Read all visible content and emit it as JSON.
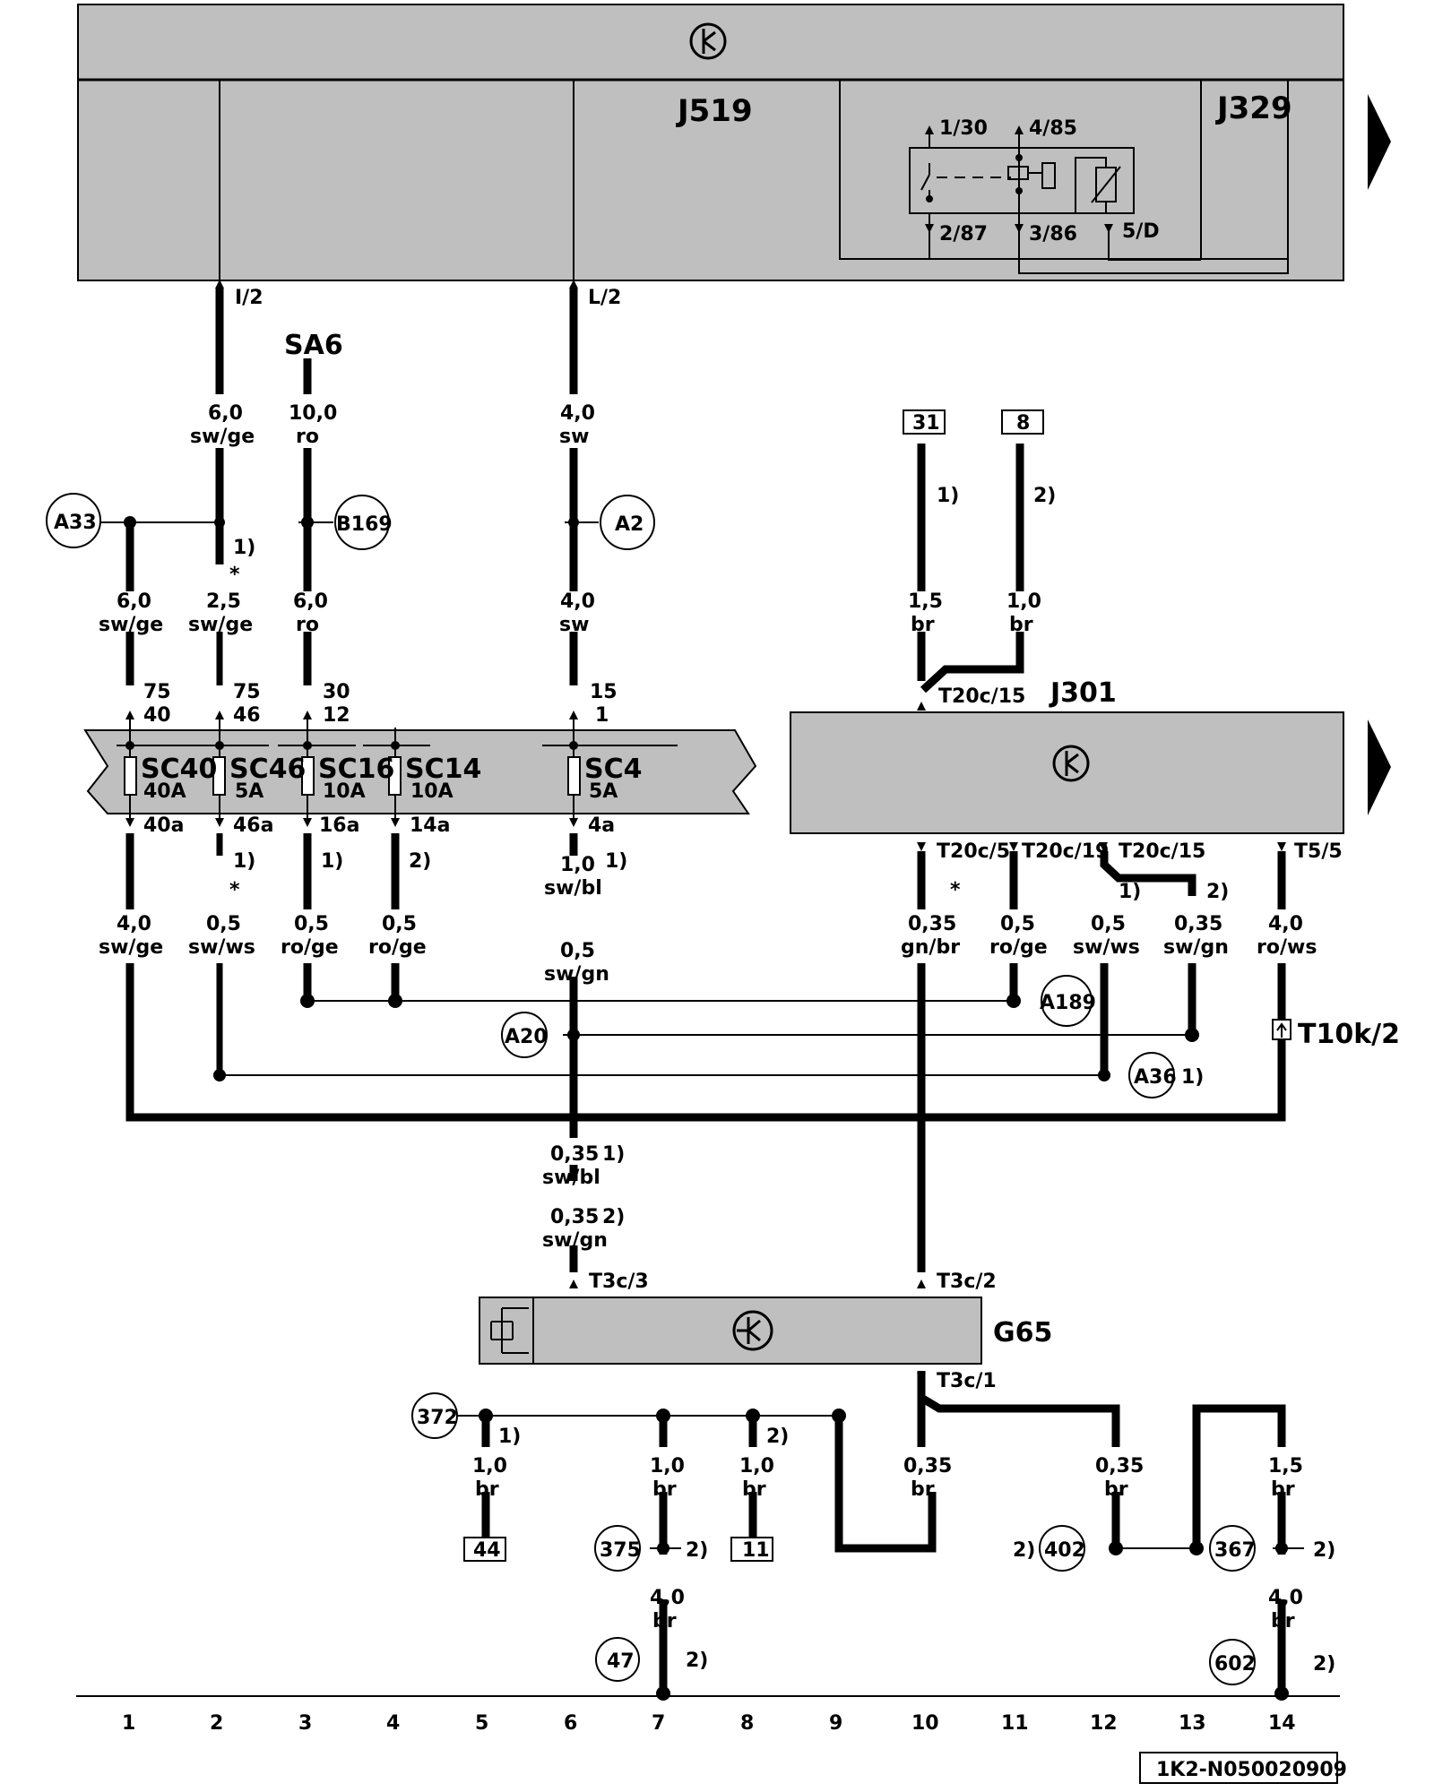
{
  "components": {
    "j519": "J519",
    "j329": "J329",
    "j301": "J301",
    "g65": "G65",
    "sa6": "SA6",
    "ground_symbol": "ground-clock-symbol"
  },
  "relay": {
    "pin1": "1/30",
    "pin2": "2/87",
    "pin3": "3/86",
    "pin4": "4/85",
    "pin5": "5/D"
  },
  "connectors": {
    "i2": "I/2",
    "l2": "L/2",
    "t20c15_top": "T20c/15",
    "t20c5": "T20c/5",
    "t20c19": "T20c/19",
    "t20c15": "T20c/15",
    "t55": "T5/5",
    "t3c3": "T3c/3",
    "t3c2": "T3c/2",
    "t3c1": "T3c/1",
    "t10k2": "T10k/2"
  },
  "fuses": [
    {
      "name": "SC40",
      "rating": "40A",
      "in_top": "75",
      "in_bot": "40",
      "out": "40a"
    },
    {
      "name": "SC46",
      "rating": "5A",
      "in_top": "75",
      "in_bot": "46",
      "out": "46a"
    },
    {
      "name": "SC16",
      "rating": "10A",
      "in_top": "30",
      "in_bot": "12",
      "out": "16a"
    },
    {
      "name": "SC14",
      "rating": "10A",
      "in_top": "",
      "in_bot": "",
      "out": "14a"
    },
    {
      "name": "SC4",
      "rating": "5A",
      "in_top": "15",
      "in_bot": "1",
      "out": "4a"
    }
  ],
  "wires": {
    "w1": {
      "size": "6,0",
      "color": "sw/ge"
    },
    "w2": {
      "size": "10,0",
      "color": "ro"
    },
    "w3": {
      "size": "4,0",
      "color": "sw"
    },
    "w4": {
      "size": "6,0",
      "color": "sw/ge"
    },
    "w5": {
      "size": "2,5",
      "color": "sw/ge"
    },
    "w6": {
      "size": "6,0",
      "color": "ro"
    },
    "w7": {
      "size": "4,0",
      "color": "sw"
    },
    "w8": {
      "size": "1,5",
      "color": "br"
    },
    "w9": {
      "size": "1,0",
      "color": "br"
    },
    "w10": {
      "size": "4,0",
      "color": "sw/ge"
    },
    "w11": {
      "size": "0,5",
      "color": "sw/ws"
    },
    "w12": {
      "size": "0,5",
      "color": "ro/ge"
    },
    "w13": {
      "size": "0,5",
      "color": "ro/ge"
    },
    "w14": {
      "size": "1,0",
      "color": "sw/bl"
    },
    "w15": {
      "size": "0,5",
      "color": "sw/gn"
    },
    "w16": {
      "size": "0,35",
      "color": "gn/br"
    },
    "w17": {
      "size": "0,5",
      "color": "ro/ge"
    },
    "w18": {
      "size": "0,5",
      "color": "sw/ws"
    },
    "w19": {
      "size": "0,35",
      "color": "sw/gn"
    },
    "w20": {
      "size": "4,0",
      "color": "ro/ws"
    },
    "w21": {
      "size": "0,35",
      "color": "sw/bl"
    },
    "w22": {
      "size": "0,35",
      "color": "sw/gn"
    },
    "w23": {
      "size": "1,0",
      "color": "br"
    },
    "w24": {
      "size": "1,0",
      "color": "br"
    },
    "w25": {
      "size": "1,0",
      "color": "br"
    },
    "w26": {
      "size": "0,35",
      "color": "br"
    },
    "w27": {
      "size": "0,35",
      "color": "br"
    },
    "w28": {
      "size": "1,5",
      "color": "br"
    },
    "w29": {
      "size": "4,0",
      "color": "br"
    },
    "w30": {
      "size": "4,0",
      "color": "br"
    }
  },
  "footnotes": {
    "one": "1)",
    "two": "2)",
    "star": "*"
  },
  "nodes": {
    "a33": "A33",
    "b169": "B169",
    "a2": "A2",
    "a189": "A189",
    "a20": "A20",
    "a36": "A36",
    "n372": "372",
    "n375": "375",
    "n47": "47",
    "n402": "402",
    "n367": "367",
    "n602": "602"
  },
  "boxes": {
    "b31": "31",
    "b8": "8",
    "b44": "44",
    "b11": "11"
  },
  "columns": [
    "1",
    "2",
    "3",
    "4",
    "5",
    "6",
    "7",
    "8",
    "9",
    "10",
    "11",
    "12",
    "13",
    "14"
  ],
  "doc_code": "1K2-N050020909"
}
